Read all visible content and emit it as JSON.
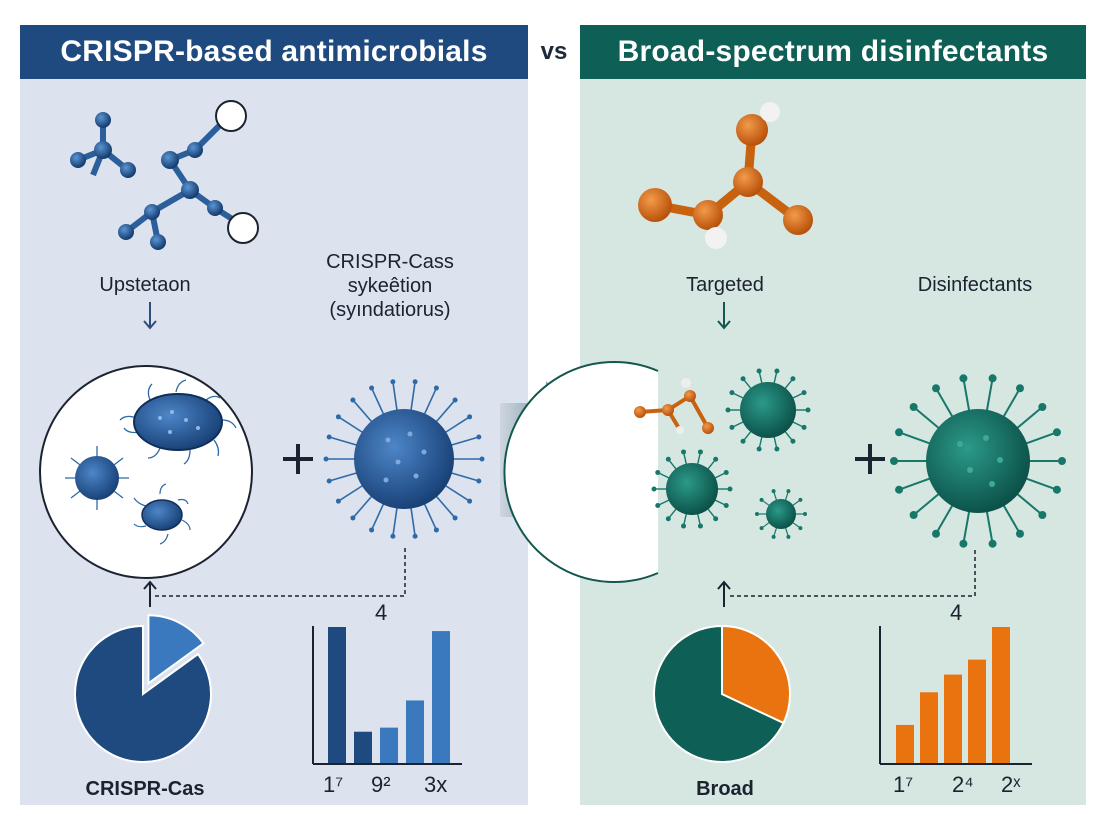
{
  "header": {
    "left_title": "CRISPR-based antimicrobials",
    "vs_label": "vs",
    "right_title": "Broad-spectrum disinfectants"
  },
  "left": {
    "label_1": "Upstetaon",
    "label_2_line1": "CRISPR-Cass",
    "label_2_line2": "sykeêtion",
    "label_2_line3": "(syındatiorus)",
    "bottom_label": "CRISPR-Cas",
    "chart_number": "4"
  },
  "center": {
    "vs_label": "VS"
  },
  "right": {
    "label_1": "Targeted",
    "label_2": "Disinfectants",
    "bottom_label": "Broad",
    "chart_number": "4"
  },
  "colors": {
    "crispr_blue": "#1f4a80",
    "bar_blue": "#3a79bd",
    "disinfectant_teal": "#0e5f55",
    "disinfectant_orange": "#e8730f"
  },
  "chart_data": [
    {
      "type": "pie",
      "values": [
        85,
        15
      ]
    },
    {
      "type": "bar",
      "tick_labels": [
        "1⁷",
        "9²",
        "3x"
      ],
      "values": [
        100,
        23,
        26,
        46,
        97
      ],
      "ylim": [
        0,
        100
      ]
    },
    {
      "type": "pie",
      "values": [
        68,
        32
      ]
    },
    {
      "type": "bar",
      "tick_labels": [
        "1⁷",
        "2⁴",
        "2ˣ"
      ],
      "values": [
        28,
        52,
        65,
        76,
        100
      ],
      "ylim": [
        0,
        100
      ]
    }
  ]
}
